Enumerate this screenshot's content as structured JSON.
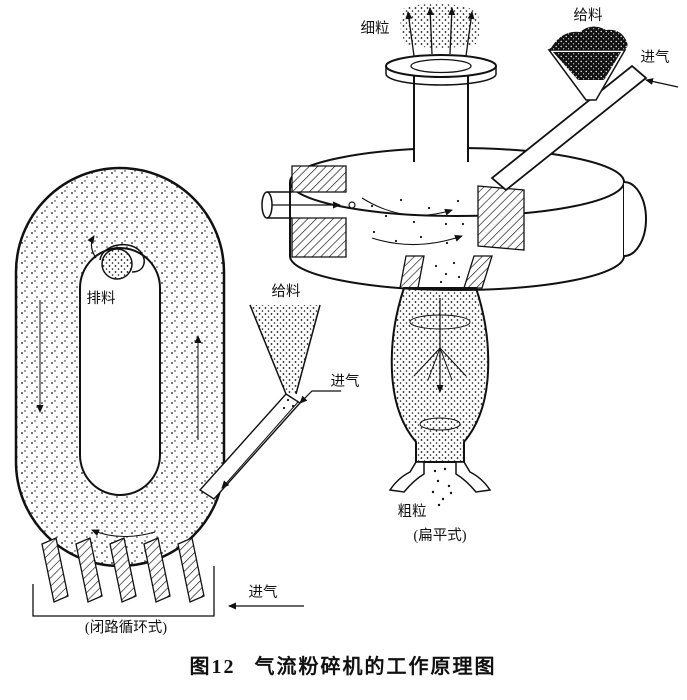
{
  "figure": {
    "caption_figure_no": "图12",
    "caption_title": "气流粉碎机的工作原理图"
  },
  "flat_mill": {
    "fine_particles_label": "细粒",
    "feed_label": "给料",
    "air_inlet_label": "进气",
    "coarse_particles_label": "粗粒",
    "type_label": "(扁平式)"
  },
  "loop_mill": {
    "discharge_label": "排料",
    "feed_label": "给料",
    "air_inlet_upper_label": "进气",
    "air_inlet_lower_label": "进气",
    "type_label": "(闭路循环式)"
  }
}
